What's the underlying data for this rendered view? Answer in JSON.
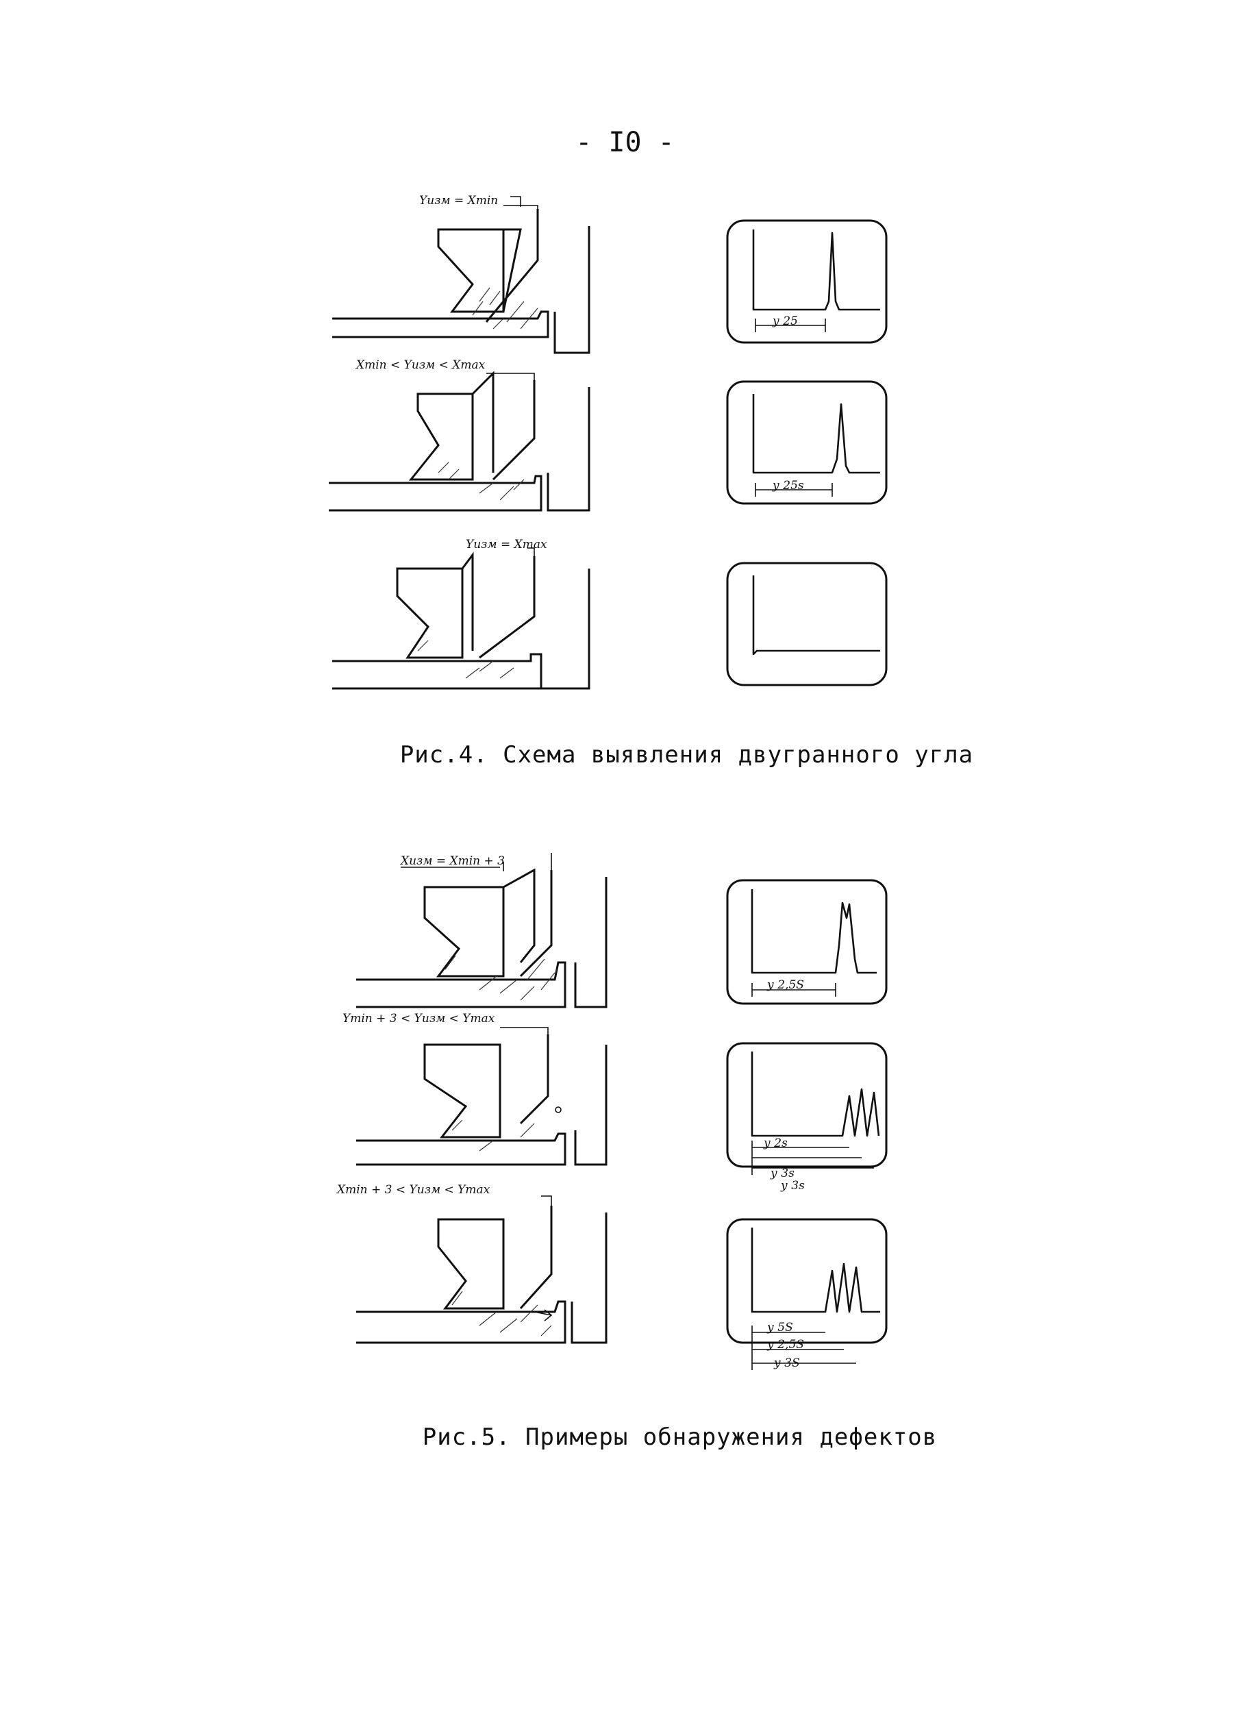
{
  "page": {
    "number": "- I0 -"
  },
  "figure4": {
    "caption": "Рис.4. Схема выявления двугранного угла",
    "rows": [
      {
        "condition": "Yизм = Xmin",
        "screen_label": "у 25",
        "peaks": 1
      },
      {
        "condition": "Xmin < Yизм < Xmax",
        "screen_label": "у 25s",
        "peaks": 1
      },
      {
        "condition": "Yизм = Xmax",
        "screen_label": "",
        "peaks": 0
      }
    ]
  },
  "figure5": {
    "caption": "Рис.5. Примеры обнаружения дефектов",
    "rows": [
      {
        "condition": "Xизм = Xmin + 3",
        "screen_labels": [
          "у 2,5S"
        ],
        "peaks": 1
      },
      {
        "condition": "Ymin + 3 < Yизм < Ymax",
        "screen_labels": [
          "у 2s",
          "у 3s",
          "у 3s"
        ],
        "peaks": 3
      },
      {
        "condition": "Xmin + 3 < Yизм < Ymax",
        "screen_labels": [
          "у 5S",
          "у 2,5S",
          "у 3S"
        ],
        "peaks": 3
      }
    ]
  }
}
